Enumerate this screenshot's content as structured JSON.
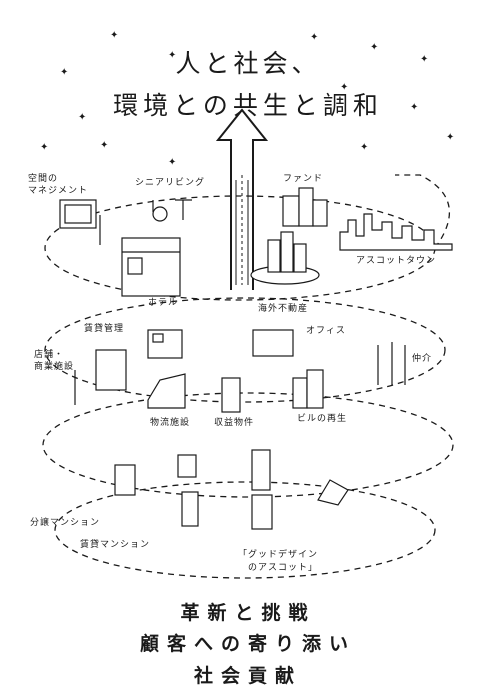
{
  "title": {
    "line1": "人と社会、",
    "line2": "環境との共生と調和"
  },
  "labels": {
    "space_management": "空間の",
    "space_management_2": "マネジメント",
    "senior_living": "シニアリビング",
    "fund": "ファンド",
    "ascott_town": "アスコットタウン",
    "hotel": "ホテル",
    "overseas_real_estate": "海外不動産",
    "rental_management": "賃貸管理",
    "office": "オフィス",
    "brokerage": "仲介",
    "retail": "店舗・",
    "retail_2": "商業施設",
    "logistics": "物流施設",
    "income_property": "収益物件",
    "building_renewal": "ビルの再生",
    "condo_for_sale": "分譲マンション",
    "rental_condo": "賃貸マンション",
    "good_design": "「グッドデザイン",
    "good_design_2": "のアスコット」"
  },
  "mottos": [
    "革新と挑戦",
    "顧客への寄り添い",
    "社会貢献"
  ],
  "colors": {
    "ink": "#1a1a1a",
    "background": "#ffffff"
  }
}
